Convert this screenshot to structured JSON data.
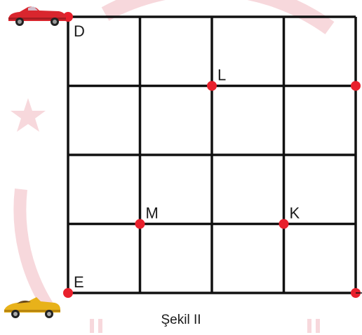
{
  "caption": "Şekil II",
  "grid": {
    "rows": 4,
    "cols": 4
  },
  "points": [
    {
      "id": "D",
      "label": "D",
      "col": 0,
      "row": 0
    },
    {
      "id": "L",
      "label": "L",
      "col": 2,
      "row": 1
    },
    {
      "id": "R1",
      "label": "",
      "col": 4,
      "row": 1
    },
    {
      "id": "M",
      "label": "M",
      "col": 1,
      "row": 3
    },
    {
      "id": "K",
      "label": "K",
      "col": 3,
      "row": 3
    },
    {
      "id": "E",
      "label": "E",
      "col": 0,
      "row": 4
    },
    {
      "id": "R4",
      "label": "",
      "col": 4,
      "row": 4
    }
  ],
  "colors": {
    "grid": "#111111",
    "point": "#e8202c",
    "label": "#1a1a1a",
    "watermark": "#f7d8dc"
  },
  "icons": {
    "top_left": "red-convertible-car-icon",
    "bottom_left": "yellow-convertible-car-icon"
  }
}
